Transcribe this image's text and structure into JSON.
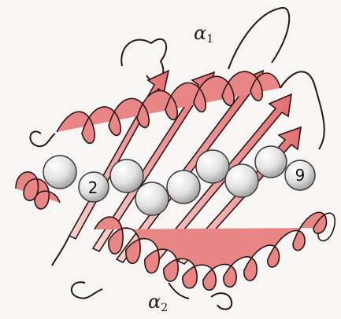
{
  "labels": {
    "alpha1": {
      "greek": "α",
      "sub": "1"
    },
    "alpha2": {
      "greek": "α",
      "sub": "2"
    }
  },
  "peptide_positions": {
    "first": "2",
    "last": "9"
  },
  "colors": {
    "ribbon_fill": "#e88585",
    "ribbon_light": "#f6c9c6",
    "ribbon_stroke": "#2a1414",
    "sphere_fill": "#e6e6e6",
    "background": "#f7f6f4"
  }
}
